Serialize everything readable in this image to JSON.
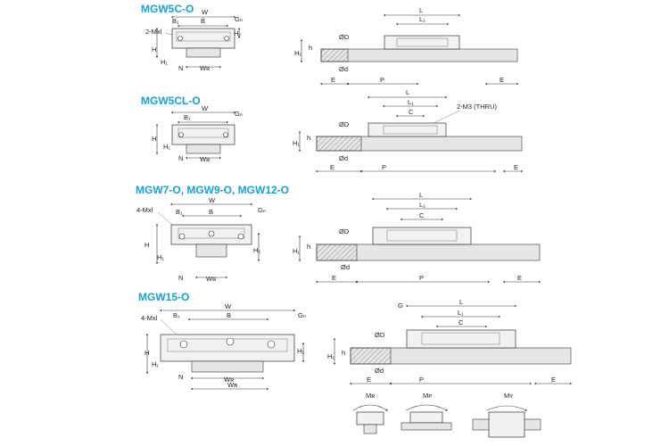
{
  "sections": [
    {
      "title": "MGW5C-O"
    },
    {
      "title": "MGW5CL-O"
    },
    {
      "title": "MGW7-O, MGW9-O, MGW12-O"
    },
    {
      "title": "MGW15-O"
    }
  ],
  "labels": {
    "W": "W",
    "B": "B",
    "B1": "B₁",
    "G": "G",
    "Gn": "Gₙ",
    "H": "H",
    "H1": "H₁",
    "H2": "H₂",
    "h": "h",
    "N": "N",
    "WR": "Wʀ",
    "WB": "Wʙ",
    "L": "L",
    "L1": "L₁",
    "C": "C",
    "D": "ØD",
    "d": "Ød",
    "E": "E",
    "P": "P",
    "M2": "2-Mxl",
    "M4": "4-Mxl",
    "M3thru": "2-M3 (THRU)",
    "Mr": "Mʀ",
    "Mp": "Mᴘ",
    "My": "Mʏ"
  }
}
